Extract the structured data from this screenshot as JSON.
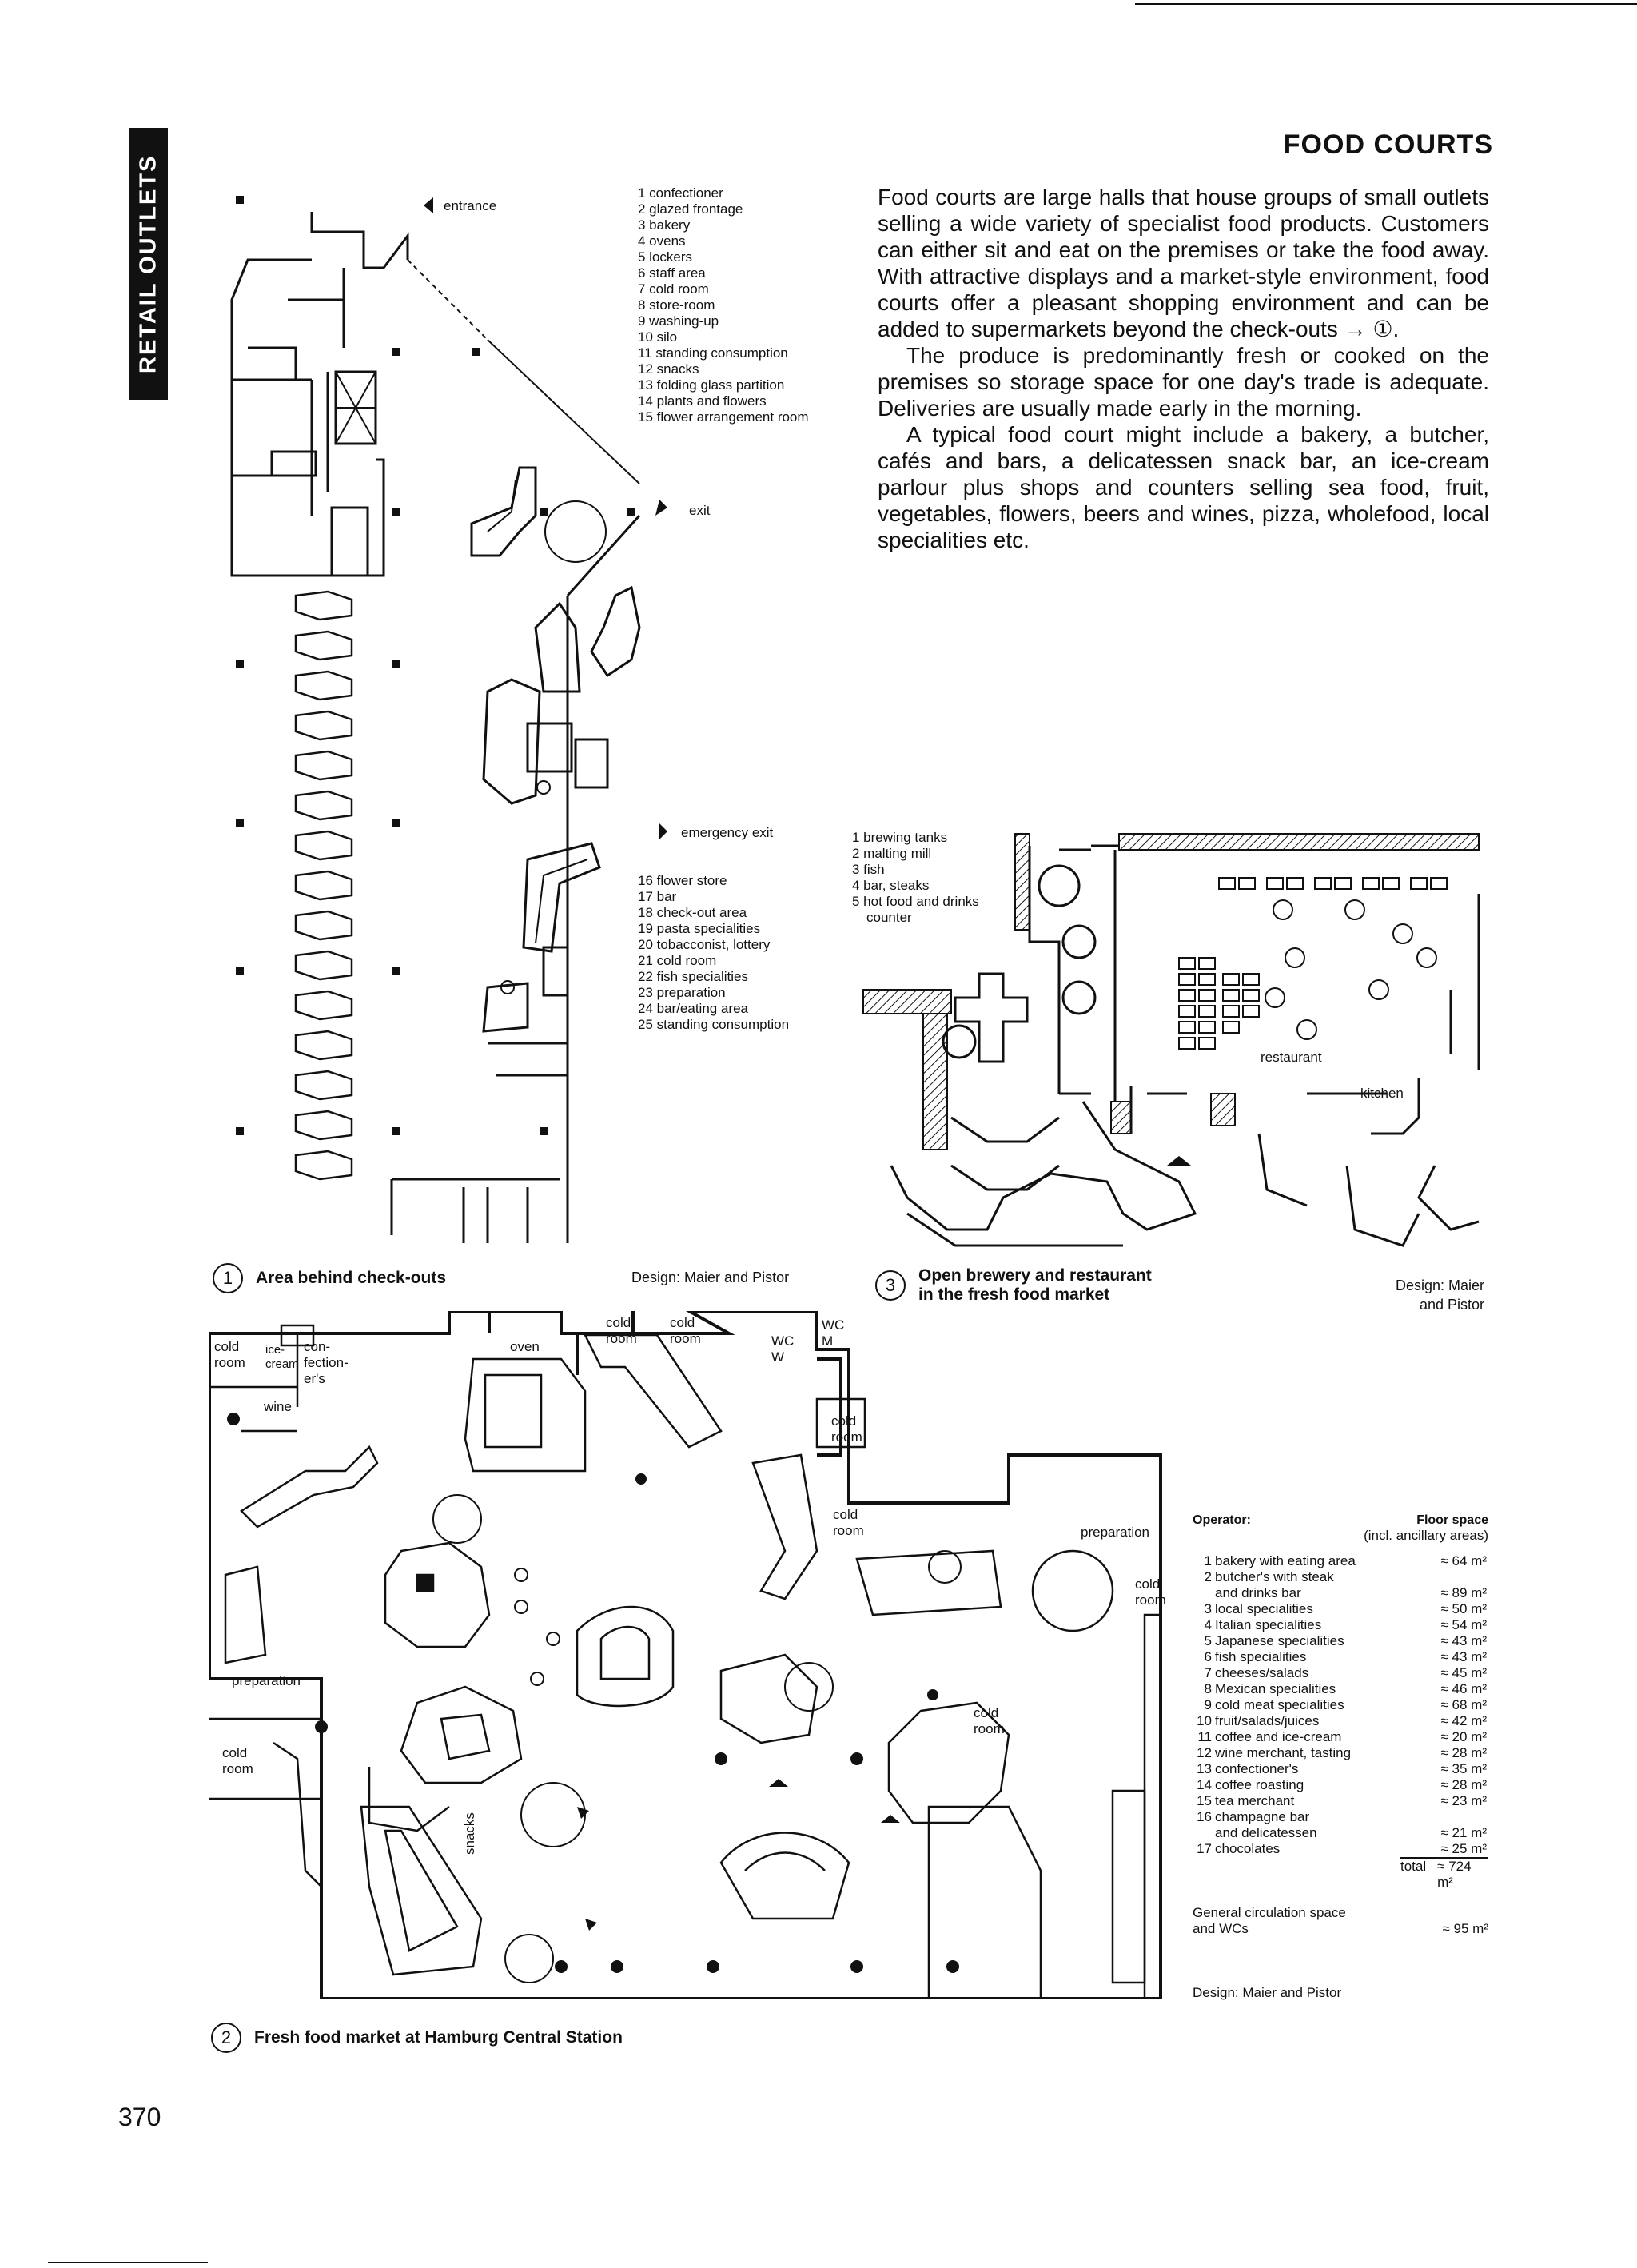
{
  "side_tab": "RETAIL OUTLETS",
  "title": "FOOD COURTS",
  "intro": {
    "p1": "Food courts are large halls that house groups of small outlets selling a wide variety of specialist food products. Customers can either sit and eat on the premises or take the food away. With attractive displays and a market-style environment, food courts offer a pleasant shopping environment and can be added to supermarkets beyond the check-outs → ①.",
    "p2": "The produce is predominantly fresh or cooked on the premises so storage space for one day's trade is adequate. Deliveries are usually made early in the morning.",
    "p3": "A typical food court might include a bakery, a butcher, cafés and bars, a delicatessen snack bar, an ice-cream parlour plus shops and counters selling sea food, fruit, vegetables, flowers, beers and wines, pizza, wholefood, local specialities etc."
  },
  "fig1": {
    "legend_top": [
      "1 confectioner",
      "2 glazed frontage",
      "3 bakery",
      "4 ovens",
      "5 lockers",
      "6 staff area",
      "7 cold room",
      "8 store-room",
      "9 washing-up",
      "10 silo",
      "11 standing consumption",
      "12 snacks",
      "13 folding glass partition",
      "14 plants and flowers",
      "15 flower arrangement room"
    ],
    "legend_bottom": [
      "16 flower store",
      "17 bar",
      "18 check-out area",
      "19 pasta specialities",
      "20 tobacconist, lottery",
      "21 cold room",
      "22 fish specialities",
      "23 preparation",
      "24 bar/eating area",
      "25 standing consumption"
    ],
    "entrance": "entrance",
    "exit": "exit",
    "emergency_exit": "emergency exit",
    "num": "1",
    "caption": "Area behind check-outs",
    "design": "Design: Maier and Pistor"
  },
  "fig3": {
    "legend": [
      "1 brewing tanks",
      "2 malting mill",
      "3 fish",
      "4 bar, steaks",
      "5 hot food and drinks",
      "counter"
    ],
    "restaurant": "restaurant",
    "kitchen": "kitchen",
    "num": "3",
    "caption_l1": "Open brewery and restaurant",
    "caption_l2": "in the fresh food market",
    "design_l1": "Design: Maier",
    "design_l2": "and Pistor"
  },
  "fig2": {
    "labels": {
      "cold_room": "cold room",
      "confectioners": "con- fection- er's",
      "ice_cream": "ice- cream",
      "wine": "wine",
      "oven": "oven",
      "wc_w": "WC W",
      "wc_m": "WC M",
      "preparation": "preparation",
      "snacks": "snacks"
    },
    "num": "2",
    "caption": "Fresh food market at Hamburg Central Station",
    "table": {
      "operator_header": "Operator:",
      "floor_header": "Floor space",
      "floor_sub": "(incl. ancillary areas)",
      "rows": [
        {
          "n": "1",
          "name": "bakery with eating area",
          "area": "≈ 64 m²"
        },
        {
          "n": "2",
          "name": "butcher's with steak",
          "area": ""
        },
        {
          "n": "",
          "name": "and drinks bar",
          "area": "≈ 89 m²"
        },
        {
          "n": "3",
          "name": "local specialities",
          "area": "≈ 50 m²"
        },
        {
          "n": "4",
          "name": "Italian specialities",
          "area": "≈ 54 m²"
        },
        {
          "n": "5",
          "name": "Japanese specialities",
          "area": "≈ 43 m²"
        },
        {
          "n": "6",
          "name": "fish specialities",
          "area": "≈ 43 m²"
        },
        {
          "n": "7",
          "name": "cheeses/salads",
          "area": "≈ 45 m²"
        },
        {
          "n": "8",
          "name": "Mexican specialities",
          "area": "≈ 46 m²"
        },
        {
          "n": "9",
          "name": "cold meat specialities",
          "area": "≈ 68 m²"
        },
        {
          "n": "10",
          "name": "fruit/salads/juices",
          "area": "≈ 42 m²"
        },
        {
          "n": "11",
          "name": "coffee and ice-cream",
          "area": "≈ 20 m²"
        },
        {
          "n": "12",
          "name": "wine merchant, tasting",
          "area": "≈ 28 m²"
        },
        {
          "n": "13",
          "name": "confectioner's",
          "area": "≈ 35 m²"
        },
        {
          "n": "14",
          "name": "coffee roasting",
          "area": "≈ 28 m²"
        },
        {
          "n": "15",
          "name": "tea merchant",
          "area": "≈ 23 m²"
        },
        {
          "n": "16",
          "name": "champagne bar",
          "area": ""
        },
        {
          "n": "",
          "name": "and delicatessen",
          "area": "≈ 21 m²"
        },
        {
          "n": "17",
          "name": "chocolates",
          "area": "≈ 25 m²"
        }
      ],
      "total_label": "total",
      "total_value": "≈ 724 m²",
      "circ_l1": "General circulation space",
      "circ_l2": "and WCs",
      "circ_value": "≈ 95 m²",
      "design": "Design: Maier and Pistor"
    }
  },
  "page_number": "370"
}
